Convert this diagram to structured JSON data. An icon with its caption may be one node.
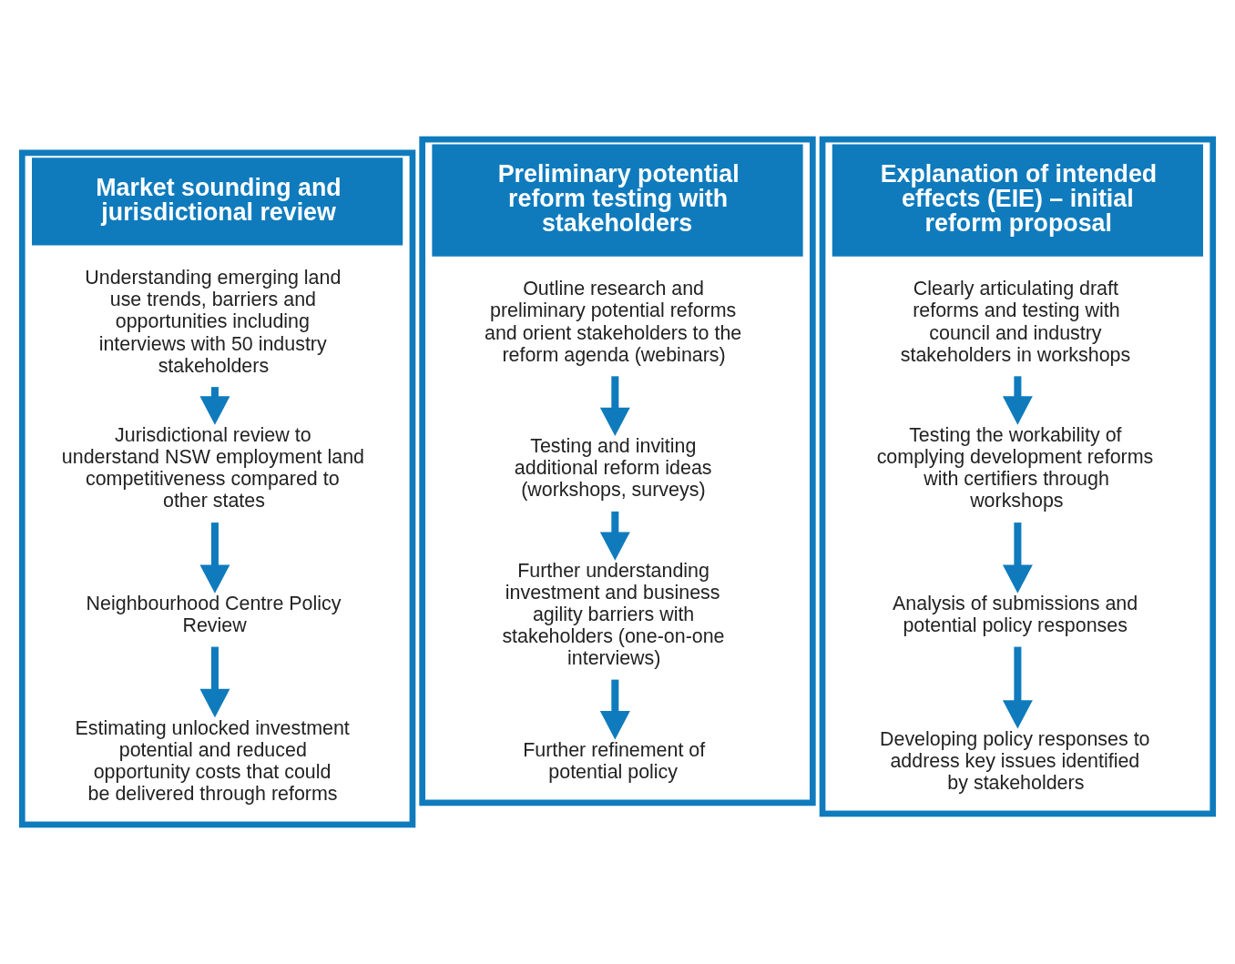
{
  "diagram": {
    "nodes": [
      {
        "text": [
          "Market sounding and jurisdictional review"
        ]
      },
      {
        "text": [
          "Understanding emerging land use trends, barriers and opportunities including interviews with 50 industry stakeholders"
        ],
        "in": 0
      },
      {
        "text": [
          "Jurisdictional review to understand NSW employment land competitiveness compared to other states"
        ],
        "in": 0
      },
      {
        "text": [
          "Neighbourhood Centre Policy Review"
        ],
        "in": 0
      },
      {
        "text": [
          "Estimating unlocked investment potential and reduced opportunity costs that could be delivered through reforms"
        ],
        "in": 0
      },
      {
        "text": [
          "Preliminary potential reform testing with stakeholders"
        ]
      },
      {
        "text": [
          "Outline research and preliminary potential reforms and orient stakeholders to the reform agenda (webinars)"
        ],
        "in": 5
      },
      {
        "text": [
          "Testing and inviting additional reform ideas (workshops, surveys)"
        ],
        "in": 5
      },
      {
        "text": [
          "Further understanding investment and business agility barriers with stakeholders (one-on-one interviews)"
        ],
        "in": 5
      },
      {
        "text": [
          "Further refinement of potential policy"
        ],
        "in": 5
      },
      {
        "text": [
          "Explanation of intended effects (EIE) – initial reform proposal"
        ]
      },
      {
        "text": [
          "Clearly articulating draft reforms and testing with council and industry stakeholders in workshops"
        ],
        "in": 10
      },
      {
        "text": [
          "Testing the workability of complying development reforms with certifiers through workshops"
        ],
        "in": 10
      },
      {
        "text": [
          "Analysis of submissions and potential policy responses"
        ],
        "in": 10
      },
      {
        "text": [
          "Developing policy responses to address key issues identified by stakeholders"
        ],
        "in": 10
      }
    ],
    "edges": [
      {
        "from": 1,
        "to": 2,
        "arrow": "to"
      },
      {
        "from": 2,
        "to": 3,
        "arrow": "to"
      },
      {
        "from": 3,
        "to": 4,
        "arrow": "to"
      },
      {
        "from": 6,
        "to": 7,
        "arrow": "to"
      },
      {
        "from": 7,
        "to": 8,
        "arrow": "to"
      },
      {
        "from": 8,
        "to": 9,
        "arrow": "to"
      },
      {
        "from": 11,
        "to": 12,
        "arrow": "to"
      },
      {
        "from": 12,
        "to": 13,
        "arrow": "to"
      },
      {
        "from": 13,
        "to": 14,
        "arrow": "to"
      }
    ]
  }
}
